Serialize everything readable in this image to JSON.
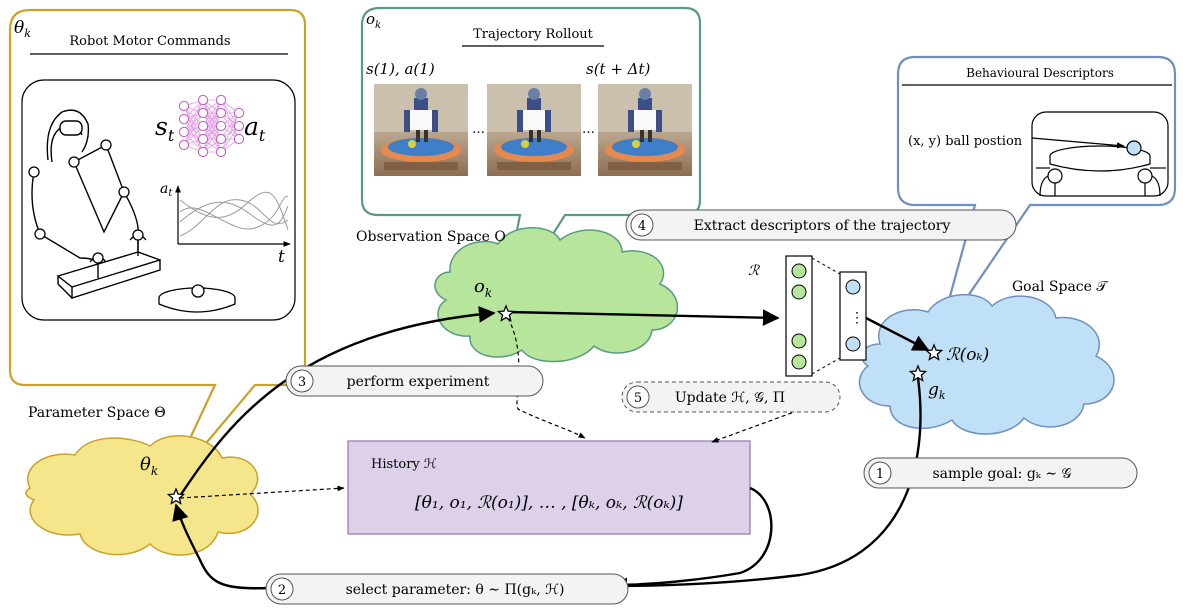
{
  "panels": {
    "parameter": {
      "symbol": "θ",
      "sub": "k",
      "title": "Robot Motor Commands",
      "net_in": "s",
      "net_in_sub": "t",
      "net_out": "a",
      "net_out_sub": "t",
      "plot_y": "a",
      "plot_y_sub": "t",
      "plot_x": "t"
    },
    "observation": {
      "symbol": "o",
      "sub": "k",
      "title": "Trajectory Rollout",
      "first_label": "s(1), a(1)",
      "last_label": "s(t + Δt)",
      "ellipsis": "…"
    },
    "descriptor": {
      "title": "Behavioural Descriptors",
      "ball_label": "(x, y) ball postion"
    }
  },
  "spaces": {
    "parameter": "Parameter Space Θ",
    "observation": "Observation Space O",
    "goal": "Goal Space 𝒯"
  },
  "points": {
    "theta": {
      "base": "θ",
      "sub": "k"
    },
    "obs": {
      "base": "o",
      "sub": "k"
    },
    "goal": {
      "base": "g",
      "sub": "k"
    },
    "r_obs": "ℛ(oₖ)",
    "r_label": "ℛ"
  },
  "history": {
    "title": "History ℋ",
    "formula": "[θ₁, o₁, ℛ(o₁)], … , [θₖ, oₖ, ℛ(oₖ)]"
  },
  "steps": [
    {
      "num": "1",
      "label": "sample goal: gₖ ∼ 𝒢"
    },
    {
      "num": "2",
      "label": "select parameter: θ ∼ Π(gₖ, ℋ)"
    },
    {
      "num": "3",
      "label": "perform experiment"
    },
    {
      "num": "4",
      "label": "Extract descriptors of the trajectory"
    },
    {
      "num": "5",
      "label": "Update ℋ, 𝒢, Π"
    }
  ],
  "colors": {
    "param_border": "#c9a227",
    "param_cloud": "#f5e68c",
    "obs_border": "#5a9a82",
    "obs_cloud": "#b7e59b",
    "goal_border": "#6f8fbf",
    "goal_cloud": "#bfe0f7",
    "history_fill": "#ddd1e9",
    "history_border": "#9a7db3"
  }
}
